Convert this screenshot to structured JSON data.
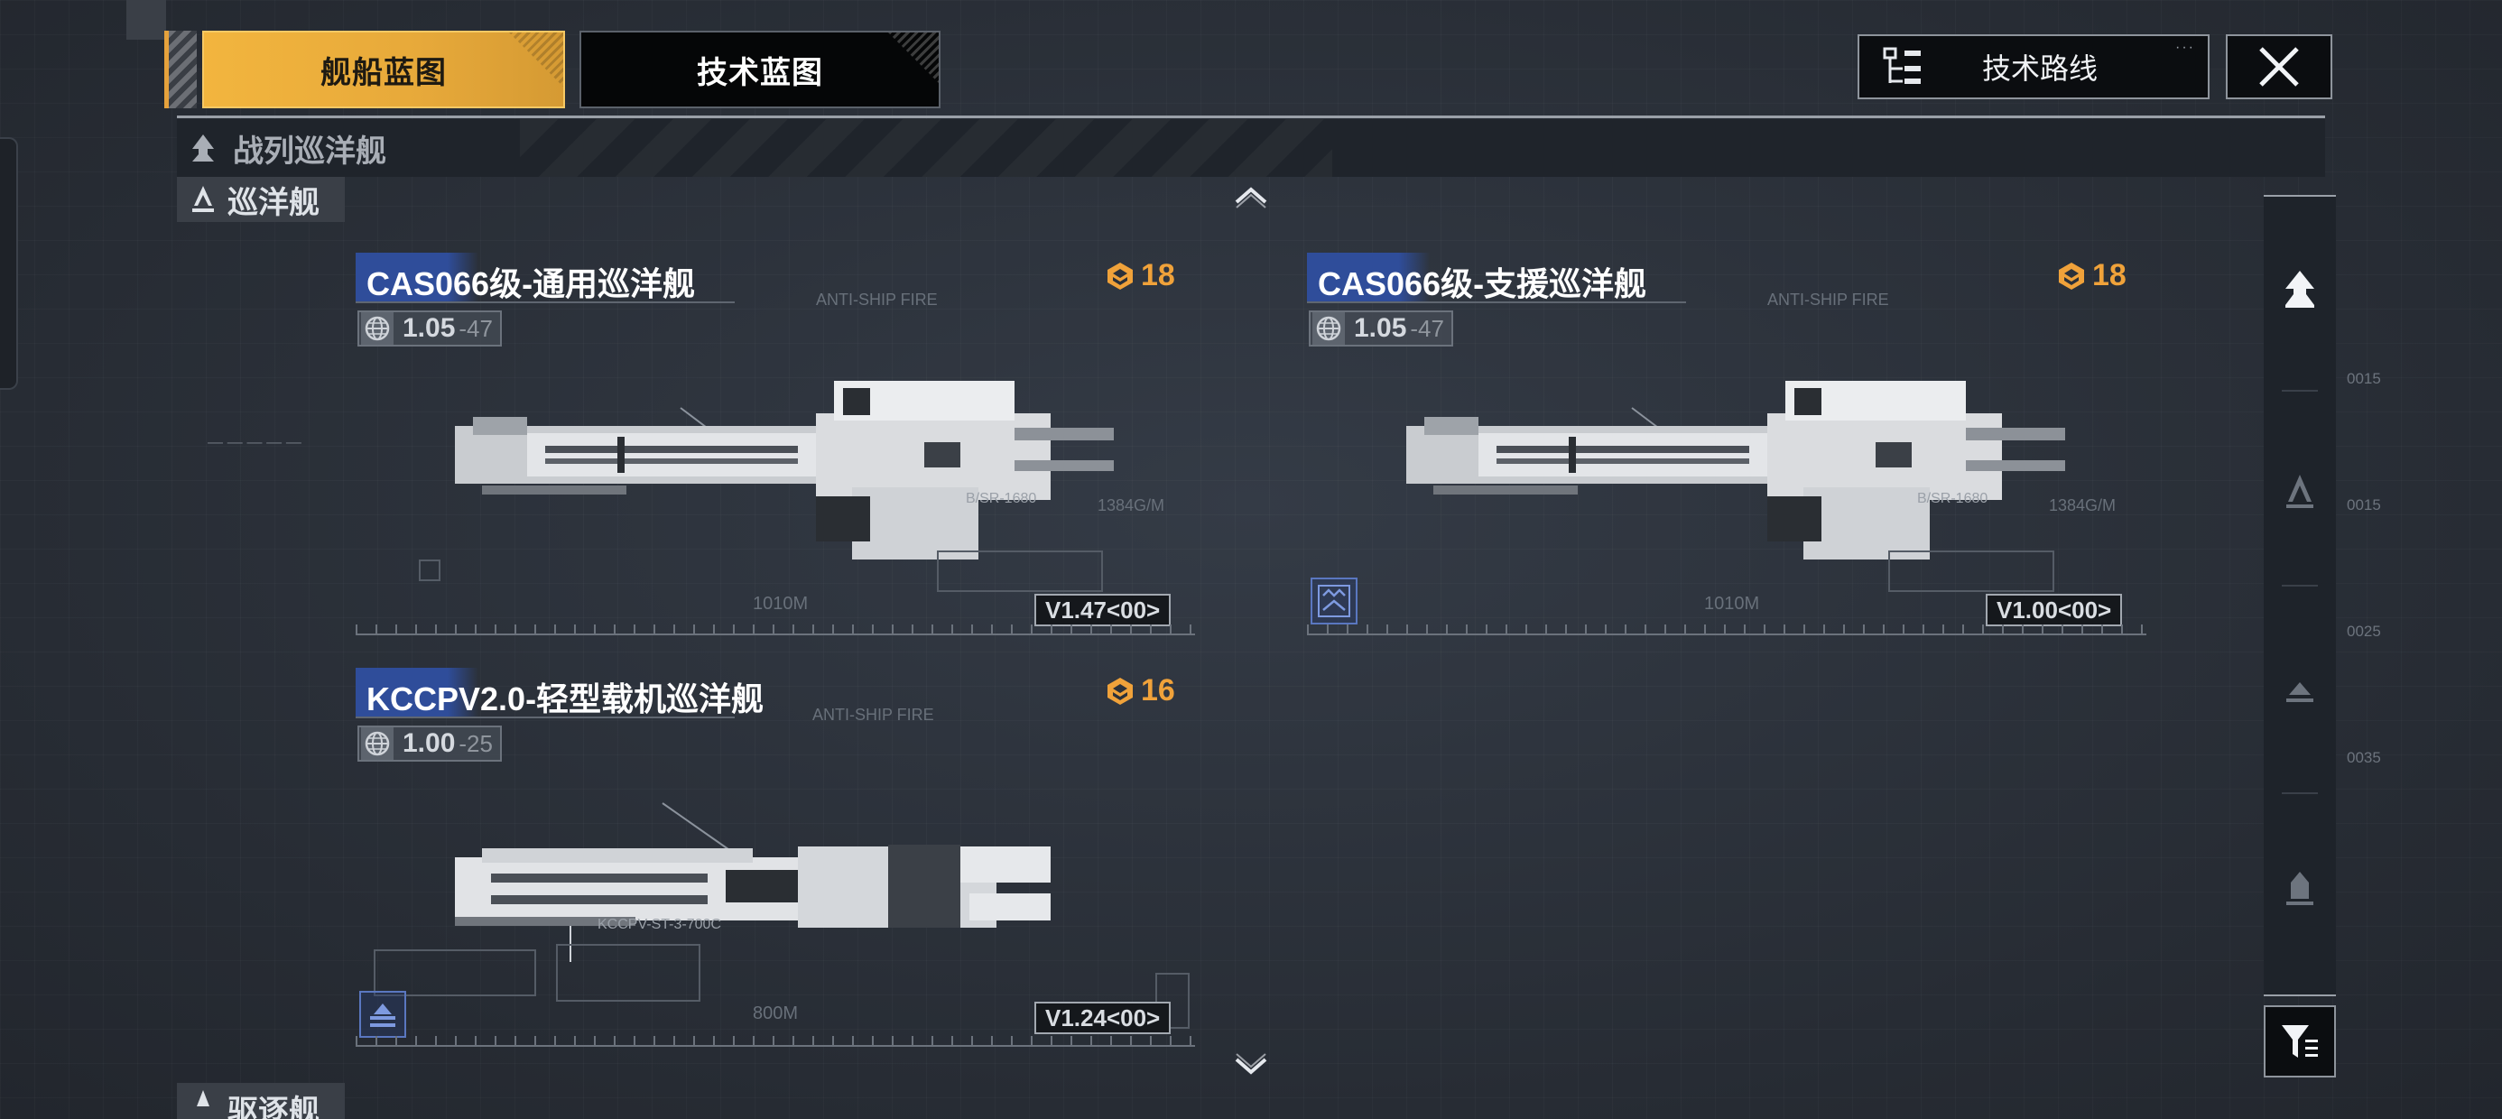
{
  "tabs": [
    {
      "label": "舰船蓝图",
      "active": true
    },
    {
      "label": "技术蓝图",
      "active": false
    }
  ],
  "tech_route_label": "技术路线",
  "categories": {
    "current": "战列巡洋舰",
    "sub": "巡洋舰",
    "next": "驱逐舰"
  },
  "cards": [
    {
      "name": "CAS066级-通用巡洋舰",
      "cost": "18",
      "stat_main": "1.05",
      "stat_sub": "-47",
      "version": "V1.47<00>",
      "length": "1010M",
      "designation": "B/SR-1680",
      "weight": "1384G/M",
      "tag": "ANTI-SHIP FIRE",
      "class_badge_icon": "",
      "accent": "#2f4d9a"
    },
    {
      "name": "CAS066级-支援巡洋舰",
      "cost": "18",
      "stat_main": "1.05",
      "stat_sub": "-47",
      "version": "V1.00<00>",
      "length": "1010M",
      "designation": "B/SR-1680",
      "weight": "1384G/M",
      "tag": "ANTI-SHIP FIRE",
      "class_badge_icon": "support-class-icon",
      "accent": "#2f4d9a"
    },
    {
      "name": "KCCPV2.0-轻型载机巡洋舰",
      "cost": "16",
      "stat_main": "1.00",
      "stat_sub": "-25",
      "version": "V1.24<00>",
      "length": "800M",
      "designation": "KCCPV-ST-3-700C",
      "weight": "",
      "tag": "ANTI-SHIP FIRE",
      "class_badge_icon": "carrier-class-icon",
      "accent": "#2f4d9a"
    }
  ],
  "colors": {
    "accent_gold": "#f0a23a",
    "tab_active": "#f2b53e",
    "name_blue": "#2f4d9a"
  }
}
